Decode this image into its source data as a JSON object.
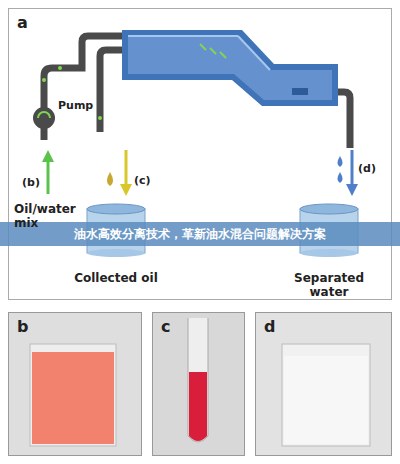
{
  "diagram": {
    "nodes": [
      {
        "text": [
          "a"
        ]
      },
      {
        "text": [
          "Collected oil"
        ],
        "in": 0
      },
      {
        "text": [
          "Separated water"
        ],
        "in": 0
      },
      {
        "text": [
          "b"
        ]
      },
      {
        "text": [
          "c"
        ]
      },
      {
        "text": [
          "d"
        ]
      }
    ],
    "labels": [
      "Pump",
      "(b)",
      "(c)",
      "(d)",
      "Oil/water mix",
      "油水高效分离技术，革新油水混合问题解决方案"
    ]
  }
}
